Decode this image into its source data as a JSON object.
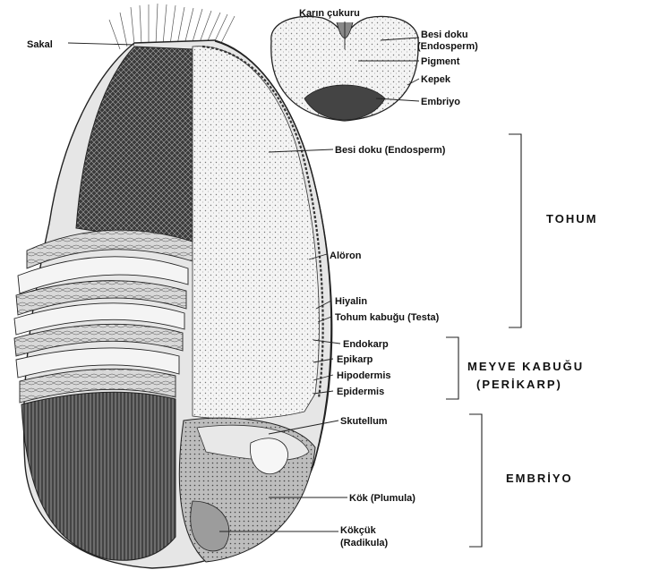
{
  "diagram": {
    "cross_section_labels": {
      "ventral_crease": "Karın çukuru",
      "endosperm": "Besi doku\n(Endosperm)",
      "pigment": "Pigment",
      "bran": "Kepek",
      "embryo": "Embriyo"
    },
    "kernel_labels": {
      "beard": "Sakal",
      "endosperm": "Besi doku (Endosperm)",
      "aleurone": "Alöron",
      "hyaline": "Hiyalin",
      "seed_coat": "Tohum kabuğu (Testa)",
      "endocarp": "Endokarp",
      "epicarp": "Epikarp",
      "hypodermis": "Hipodermis",
      "epidermis": "Epidermis",
      "scutellum": "Skutellum",
      "plumule": "Kök (Plumula)",
      "radicle": "Kökçük\n(Radikula)"
    },
    "groups": {
      "seed": "TOHUM",
      "pericarp": "MEYVE KABUĞU\n(PERİKARP)",
      "embryo": "EMBRİYO"
    }
  }
}
